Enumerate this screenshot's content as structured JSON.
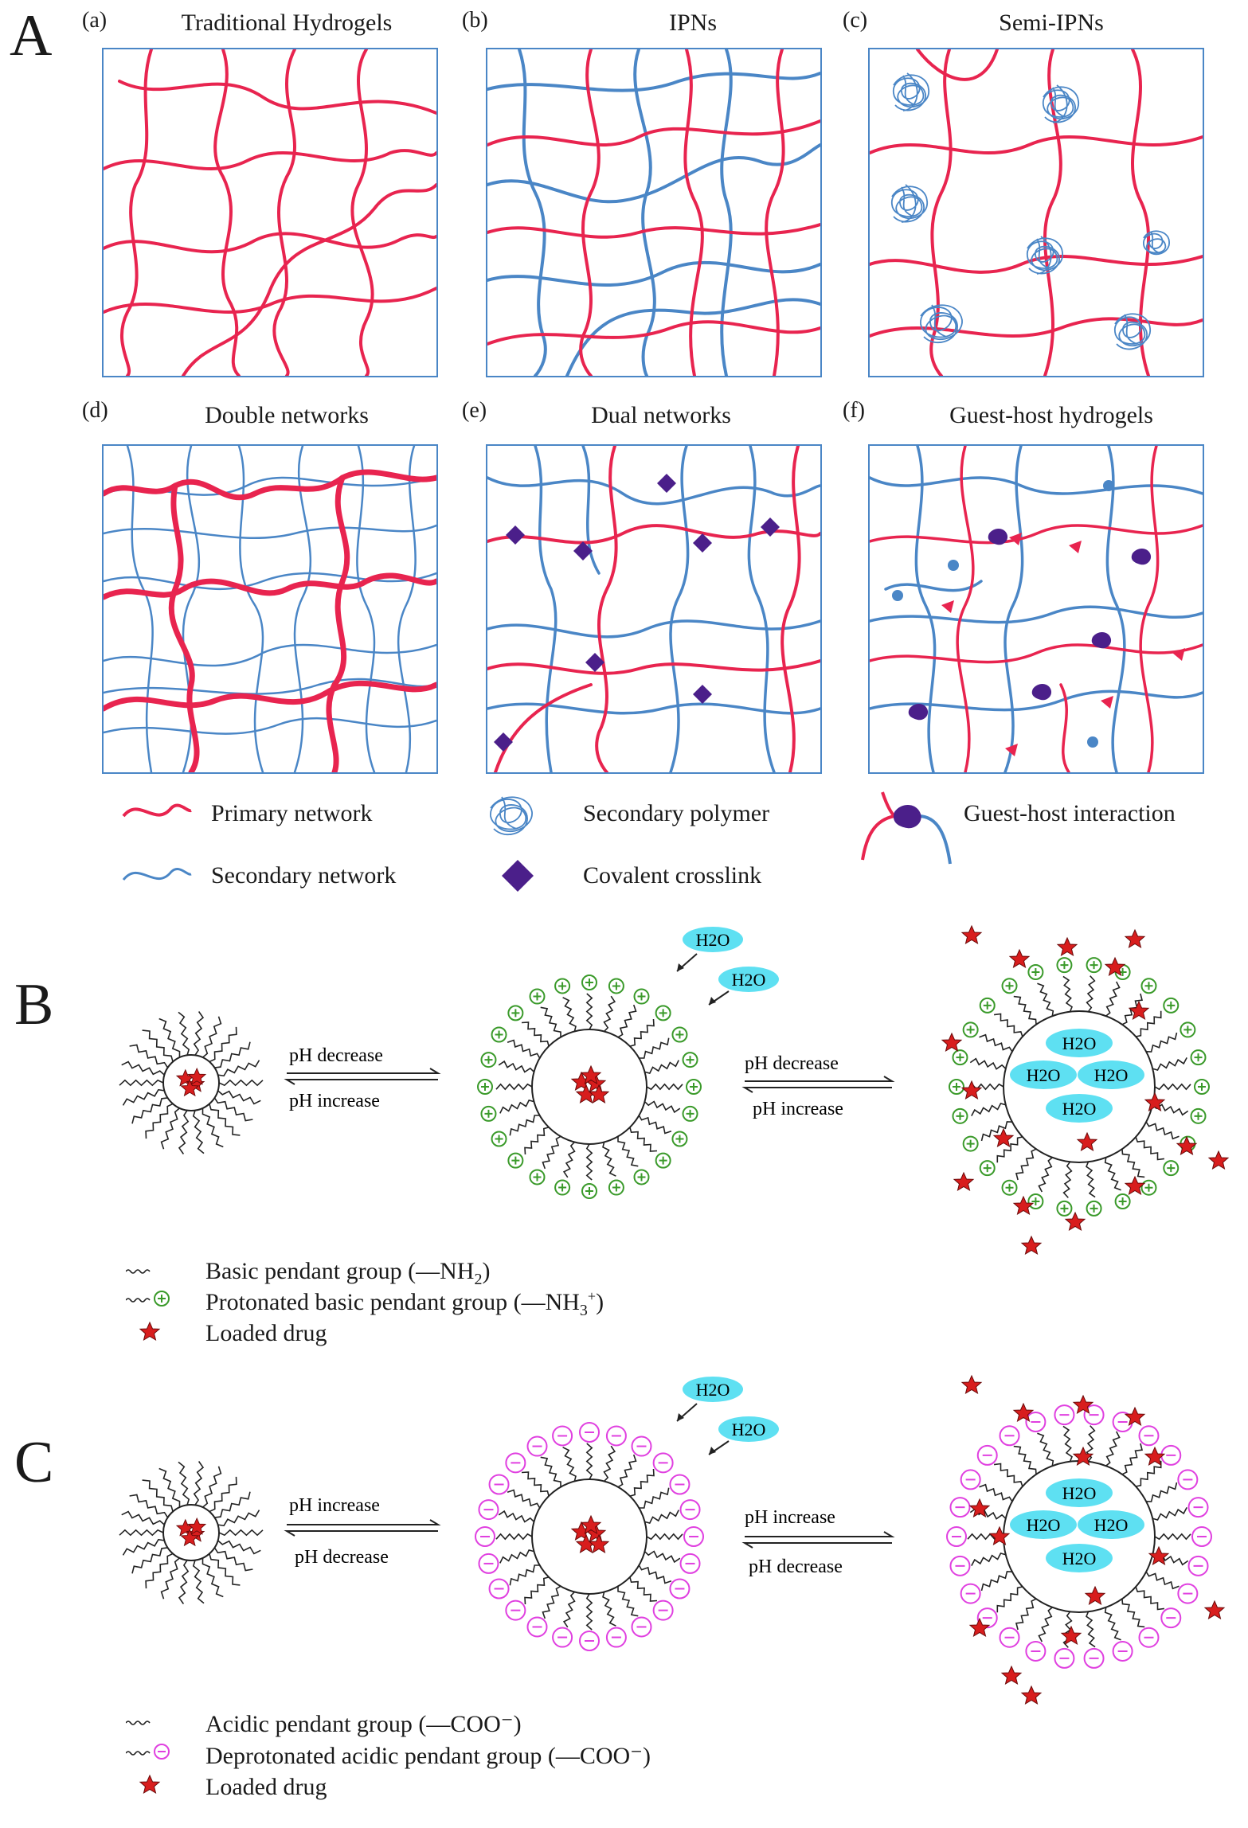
{
  "figure": {
    "sections": {
      "a": "A",
      "b": "B",
      "c": "C"
    },
    "panels": [
      {
        "tag": "(a)",
        "title": "Traditional Hydrogels"
      },
      {
        "tag": "(b)",
        "title": "IPNs"
      },
      {
        "tag": "(c)",
        "title": "Semi-IPNs"
      },
      {
        "tag": "(d)",
        "title": "Double networks"
      },
      {
        "tag": "(e)",
        "title": "Dual networks"
      },
      {
        "tag": "(f)",
        "title": "Guest-host hydrogels"
      }
    ],
    "legend_a": {
      "primary": "Primary network",
      "secondary": "Secondary network",
      "secondary_polymer": "Secondary polymer",
      "covalent": "Covalent crosslink",
      "guest_host": "Guest-host interaction"
    },
    "b": {
      "arrow1_top": "pH decrease",
      "arrow1_bottom": "pH increase",
      "arrow2_top": "pH decrease",
      "arrow2_bottom": "pH increase",
      "water": "H2O",
      "legend": {
        "basic_prefix": "Basic pendant group (",
        "basic_formula": "NH",
        "basic_sub": "2",
        "basic_suffix": ")",
        "protonated_prefix": "Protonated basic pendant group (",
        "protonated_formula": "NH",
        "protonated_sub": "3",
        "protonated_sup": "+",
        "protonated_suffix": ")",
        "drug": "Loaded drug"
      }
    },
    "c": {
      "arrow1_top": "pH increase",
      "arrow1_bottom": "pH decrease",
      "arrow2_top": "pH increase",
      "arrow2_bottom": "pH decrease",
      "water": "H2O",
      "legend": {
        "acidic": "Acidic pendant group (—COO⁻)",
        "deprotonated": "Deprotonated acidic pendant group (—COO⁻)",
        "drug": "Loaded drug"
      }
    },
    "colors": {
      "primary": "#e8244f",
      "secondary": "#4a86c6",
      "crosslink": "#4b1f8a",
      "water": "#5ee0f2",
      "positive": "#3a9a2a",
      "negative": "#e040e0",
      "drug": "#d81d1d"
    }
  }
}
